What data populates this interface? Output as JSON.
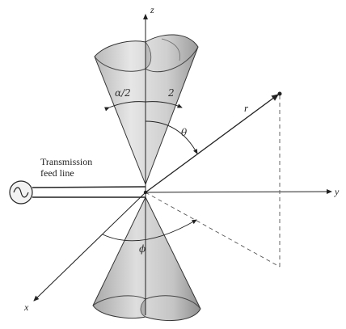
{
  "labels": {
    "z_axis": "z",
    "y_axis": "y",
    "x_axis": "x",
    "r_vector": "r",
    "theta": "θ",
    "phi": "ϕ",
    "half_angle_left": "α/2",
    "half_angle_right": "2",
    "feed_line_1": "Transmission",
    "feed_line_2": "feed line"
  },
  "colors": {
    "ink": "#222222",
    "cone_fill": "#d4d4d4",
    "cone_shade": "#a8a8a8",
    "source_fill": "#f2f2f2"
  },
  "icons": {
    "source": "ac-source-icon"
  }
}
